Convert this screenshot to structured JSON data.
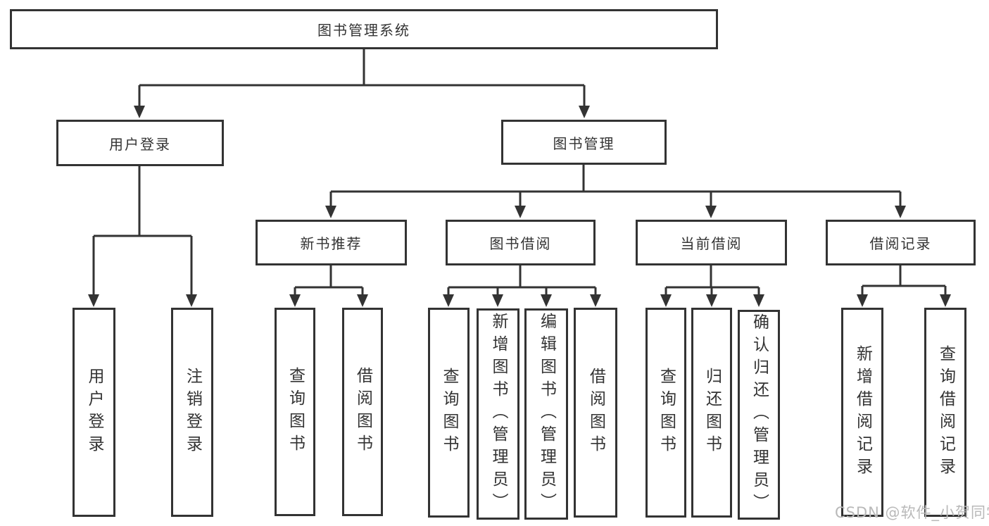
{
  "root_label": "图书管理系统",
  "level2": {
    "user_login": "用户登录",
    "book_mgmt": "图书管理"
  },
  "level3": {
    "new_books": "新书推荐",
    "book_borrow": "图书借阅",
    "current_borrow": "当前借阅",
    "borrow_records": "借阅记录"
  },
  "leaves": {
    "user_login": [
      "用户登录",
      "注销登录"
    ],
    "new_books": [
      "查询图书",
      "借阅图书"
    ],
    "book_borrow": [
      "查询图书",
      "新增图书（管理员）",
      "编辑图书（管理员）",
      "借阅图书"
    ],
    "current_borrow": [
      "查询图书",
      "归还图书",
      "确认归还（管理员）"
    ],
    "borrow_records": [
      "新增借阅记录",
      "查询借阅记录"
    ]
  },
  "watermark": "CSDN @软件_小贺同学",
  "colors": {
    "line": "#333333",
    "box_border": "#333333",
    "text": "#333333",
    "background": "#ffffff",
    "watermark": "#b9b9b9"
  }
}
